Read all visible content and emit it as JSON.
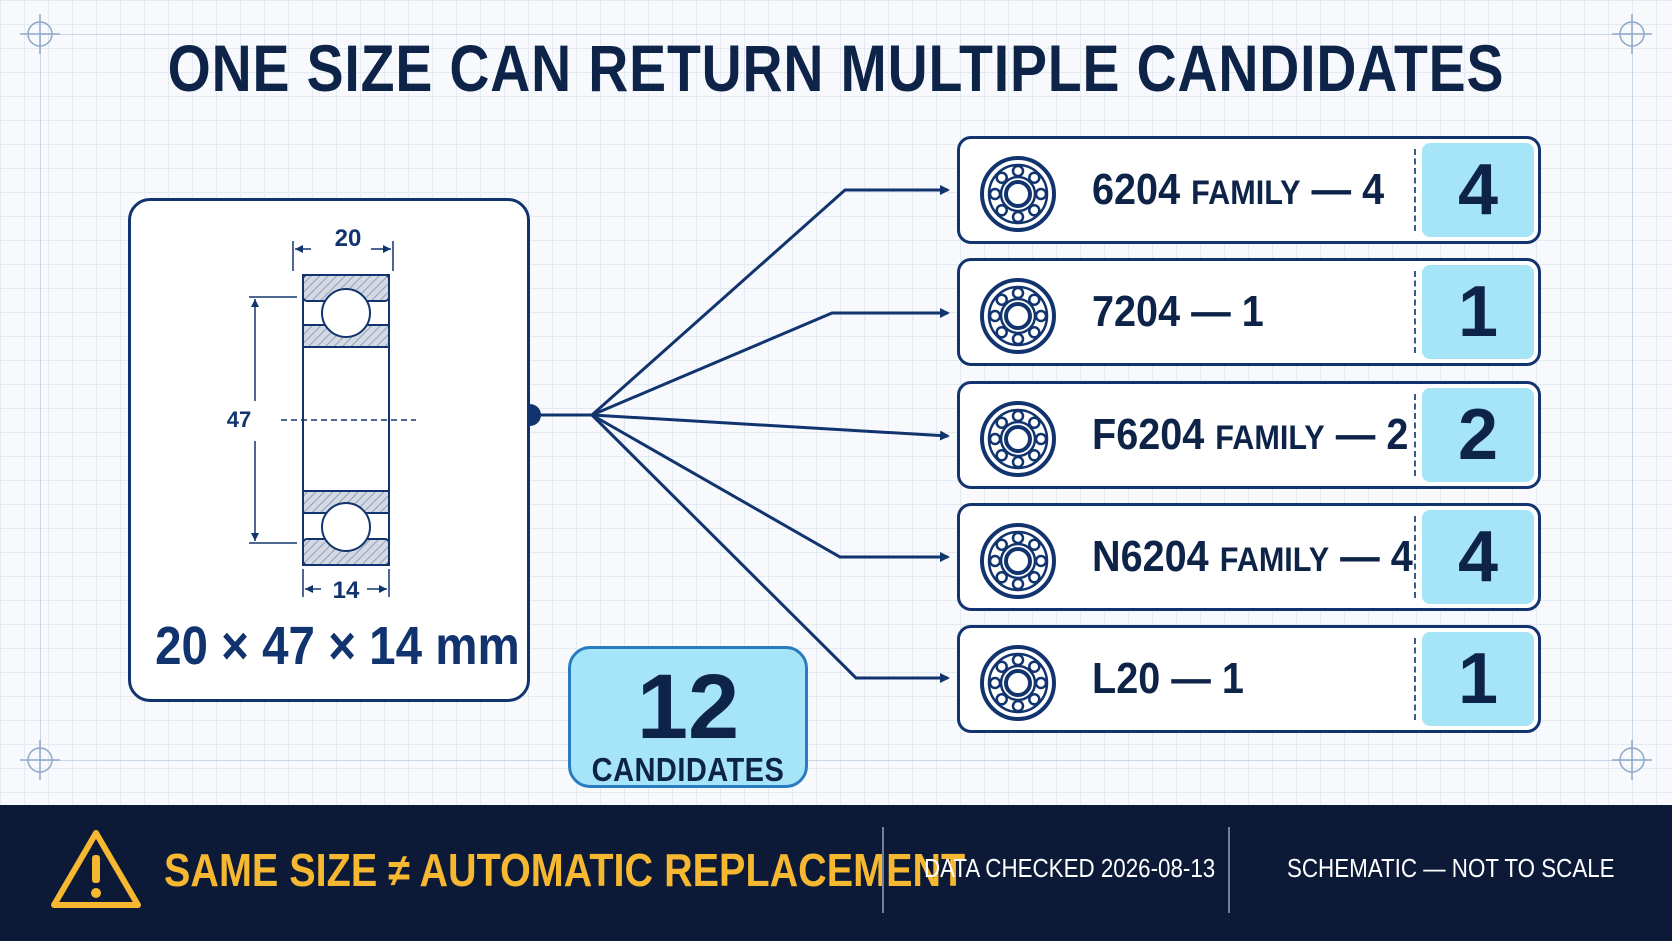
{
  "title": "ONE SIZE CAN RETURN MULTIPLE CANDIDATES",
  "query": {
    "size_label": "20 × 47 × 14 mm",
    "bore": "20",
    "outer_diameter": "47",
    "width": "14"
  },
  "total": {
    "count": "12",
    "label": "CANDIDATES"
  },
  "candidates": [
    {
      "code": "6204",
      "family": "FAMILY",
      "dash": "—",
      "count_text": "4",
      "count": "4"
    },
    {
      "code": "7204",
      "family": "",
      "dash": "—",
      "count_text": "1",
      "count": "1"
    },
    {
      "code": "F6204",
      "family": "FAMILY",
      "dash": "—",
      "count_text": "2",
      "count": "2"
    },
    {
      "code": "N6204",
      "family": "FAMILY",
      "dash": "—",
      "count_text": "4",
      "count": "4"
    },
    {
      "code": "L20",
      "family": "",
      "dash": "—",
      "count_text": "1",
      "count": "1"
    }
  ],
  "footer": {
    "warning": "SAME SIZE ≠ AUTOMATIC REPLACEMENT",
    "data_checked": "DATA CHECKED 2026-08-13",
    "note": "SCHEMATIC — NOT TO SCALE"
  },
  "colors": {
    "navy": "#12346e",
    "dark_navy": "#0c1a38",
    "accent_light_blue": "#a6e4f8",
    "warning_amber": "#f6b731"
  },
  "icons": {
    "bearing": "ball-bearing-icon",
    "warning": "warning-triangle-icon",
    "registration": "crosshair-icon"
  }
}
